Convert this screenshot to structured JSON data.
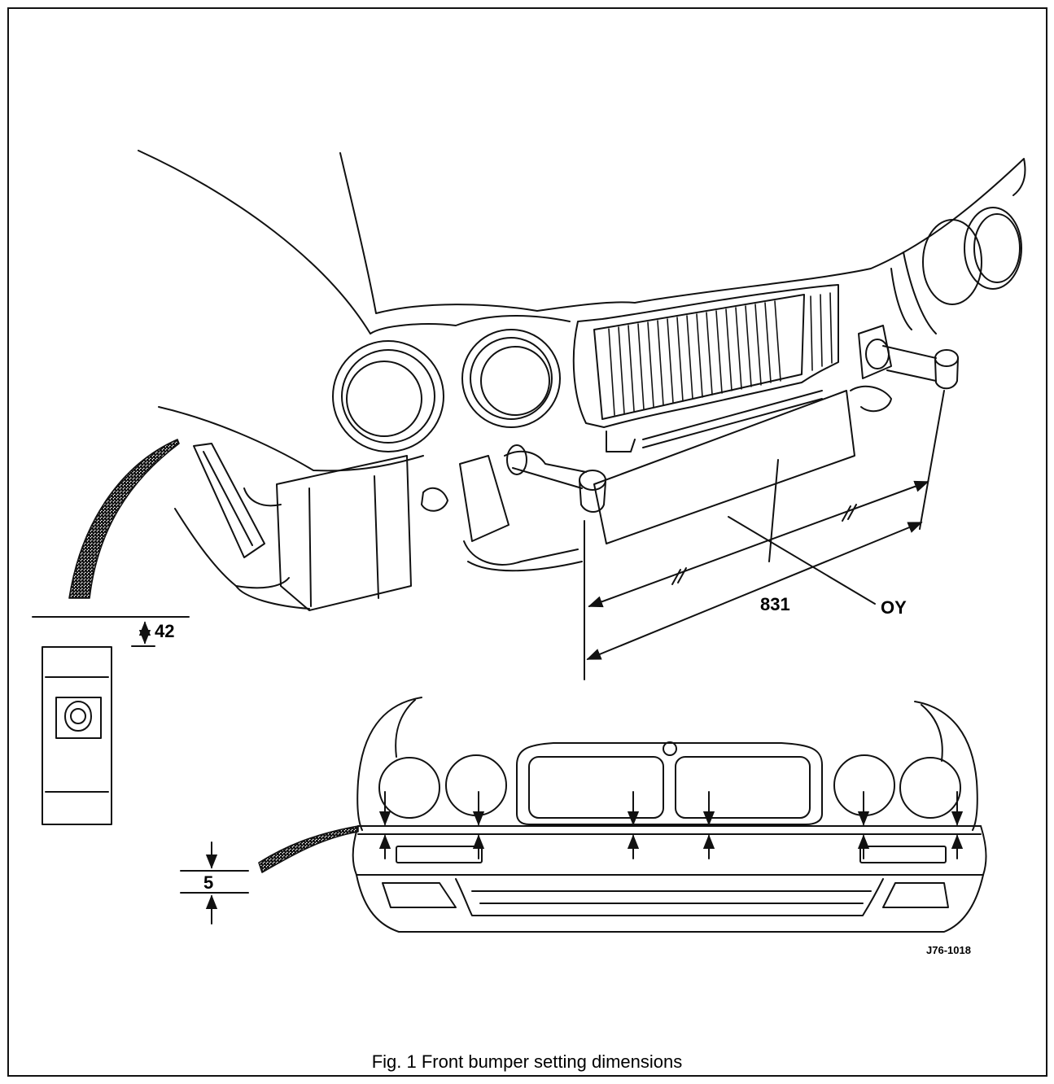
{
  "labels": {
    "dimension_width": "831",
    "centre_line": "OY",
    "dimension_height": "42",
    "dimension_gap": "5",
    "drawing_ref": "J76-1018"
  },
  "caption": "Fig. 1  Front bumper setting dimensions",
  "colors": {
    "ink": "#111111",
    "paper": "#ffffff"
  }
}
